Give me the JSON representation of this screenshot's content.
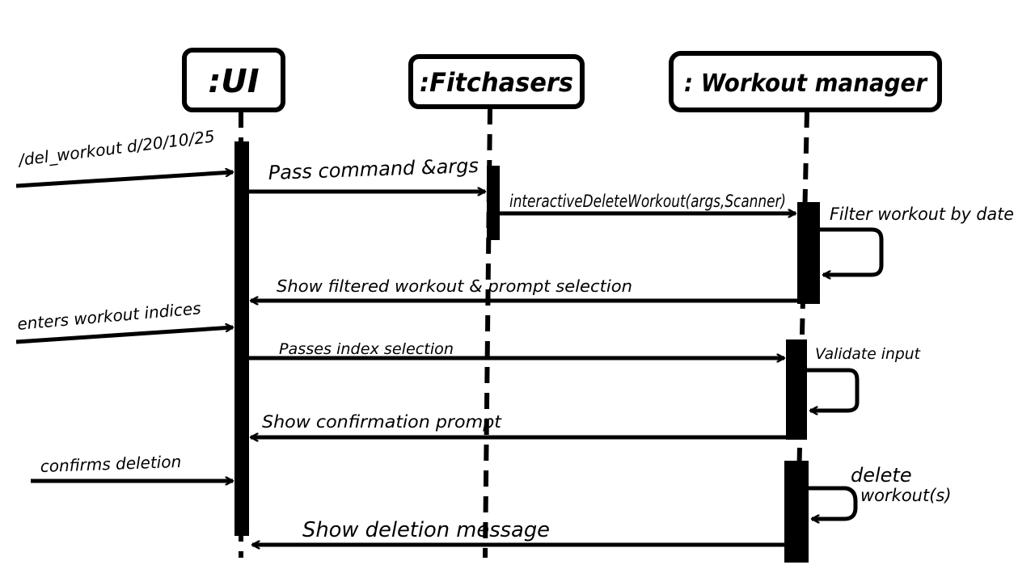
{
  "participants": [
    {
      "id": "ui",
      "label": ":UI"
    },
    {
      "id": "fitchasers",
      "label": ":Fitchasers"
    },
    {
      "id": "workout_manager",
      "label": ": Workout manager"
    }
  ],
  "messages": [
    {
      "id": "m1",
      "label": "/del_workout d/20/10/25",
      "from": "external",
      "to": "ui"
    },
    {
      "id": "m2",
      "label": "Pass command &args",
      "from": "ui",
      "to": "fitchasers"
    },
    {
      "id": "m3",
      "label": "interactiveDeleteWorkout(args,Scanner)",
      "from": "fitchasers",
      "to": "workout_manager"
    },
    {
      "id": "m4",
      "label": "Filter workout by date",
      "from": "workout_manager",
      "to": "workout_manager"
    },
    {
      "id": "m5",
      "label": "Show filtered workout & prompt selection",
      "from": "workout_manager",
      "to": "ui"
    },
    {
      "id": "m6",
      "label": "enters workout indices",
      "from": "external",
      "to": "ui"
    },
    {
      "id": "m7",
      "label": "Passes index selection",
      "from": "ui",
      "to": "workout_manager"
    },
    {
      "id": "m8",
      "label": "Validate input",
      "from": "workout_manager",
      "to": "workout_manager"
    },
    {
      "id": "m9",
      "label": "Show confirmation prompt",
      "from": "workout_manager",
      "to": "ui"
    },
    {
      "id": "m10",
      "label": "confirms deletion",
      "from": "external",
      "to": "ui"
    },
    {
      "id": "m11a",
      "label": "delete",
      "from": "workout_manager",
      "to": "workout_manager"
    },
    {
      "id": "m11b",
      "label": "workout(s)",
      "from": "workout_manager",
      "to": "workout_manager"
    },
    {
      "id": "m12",
      "label": "Show deletion message",
      "from": "workout_manager",
      "to": "ui"
    }
  ]
}
